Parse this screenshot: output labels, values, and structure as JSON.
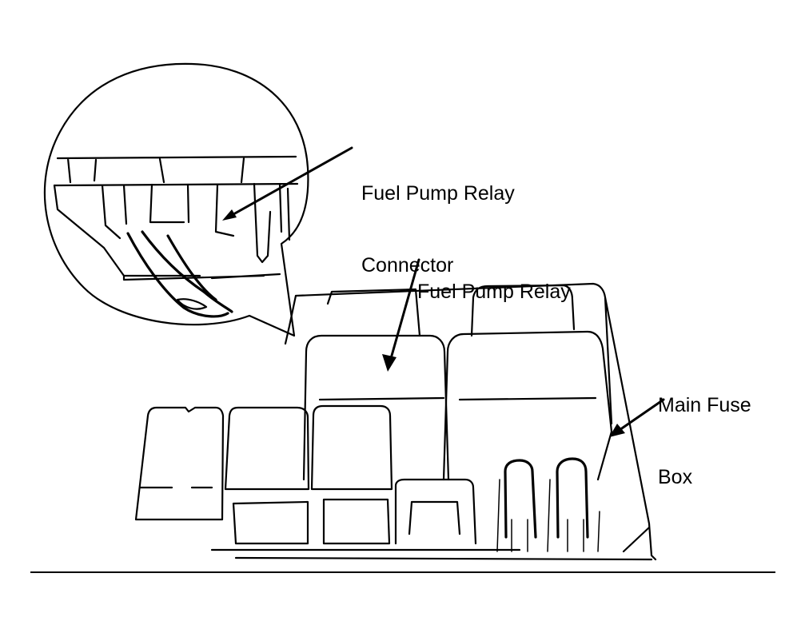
{
  "diagram": {
    "title": "Fuel pump relay location in main fuse box",
    "labels": {
      "connector": [
        "Fuel Pump Relay",
        "Connector"
      ],
      "relay": [
        "Fuel Pump Relay"
      ],
      "fuse_box": [
        "Main Fuse",
        "Box"
      ]
    },
    "colors": {
      "ink": "#000000",
      "paper": "#ffffff"
    }
  }
}
